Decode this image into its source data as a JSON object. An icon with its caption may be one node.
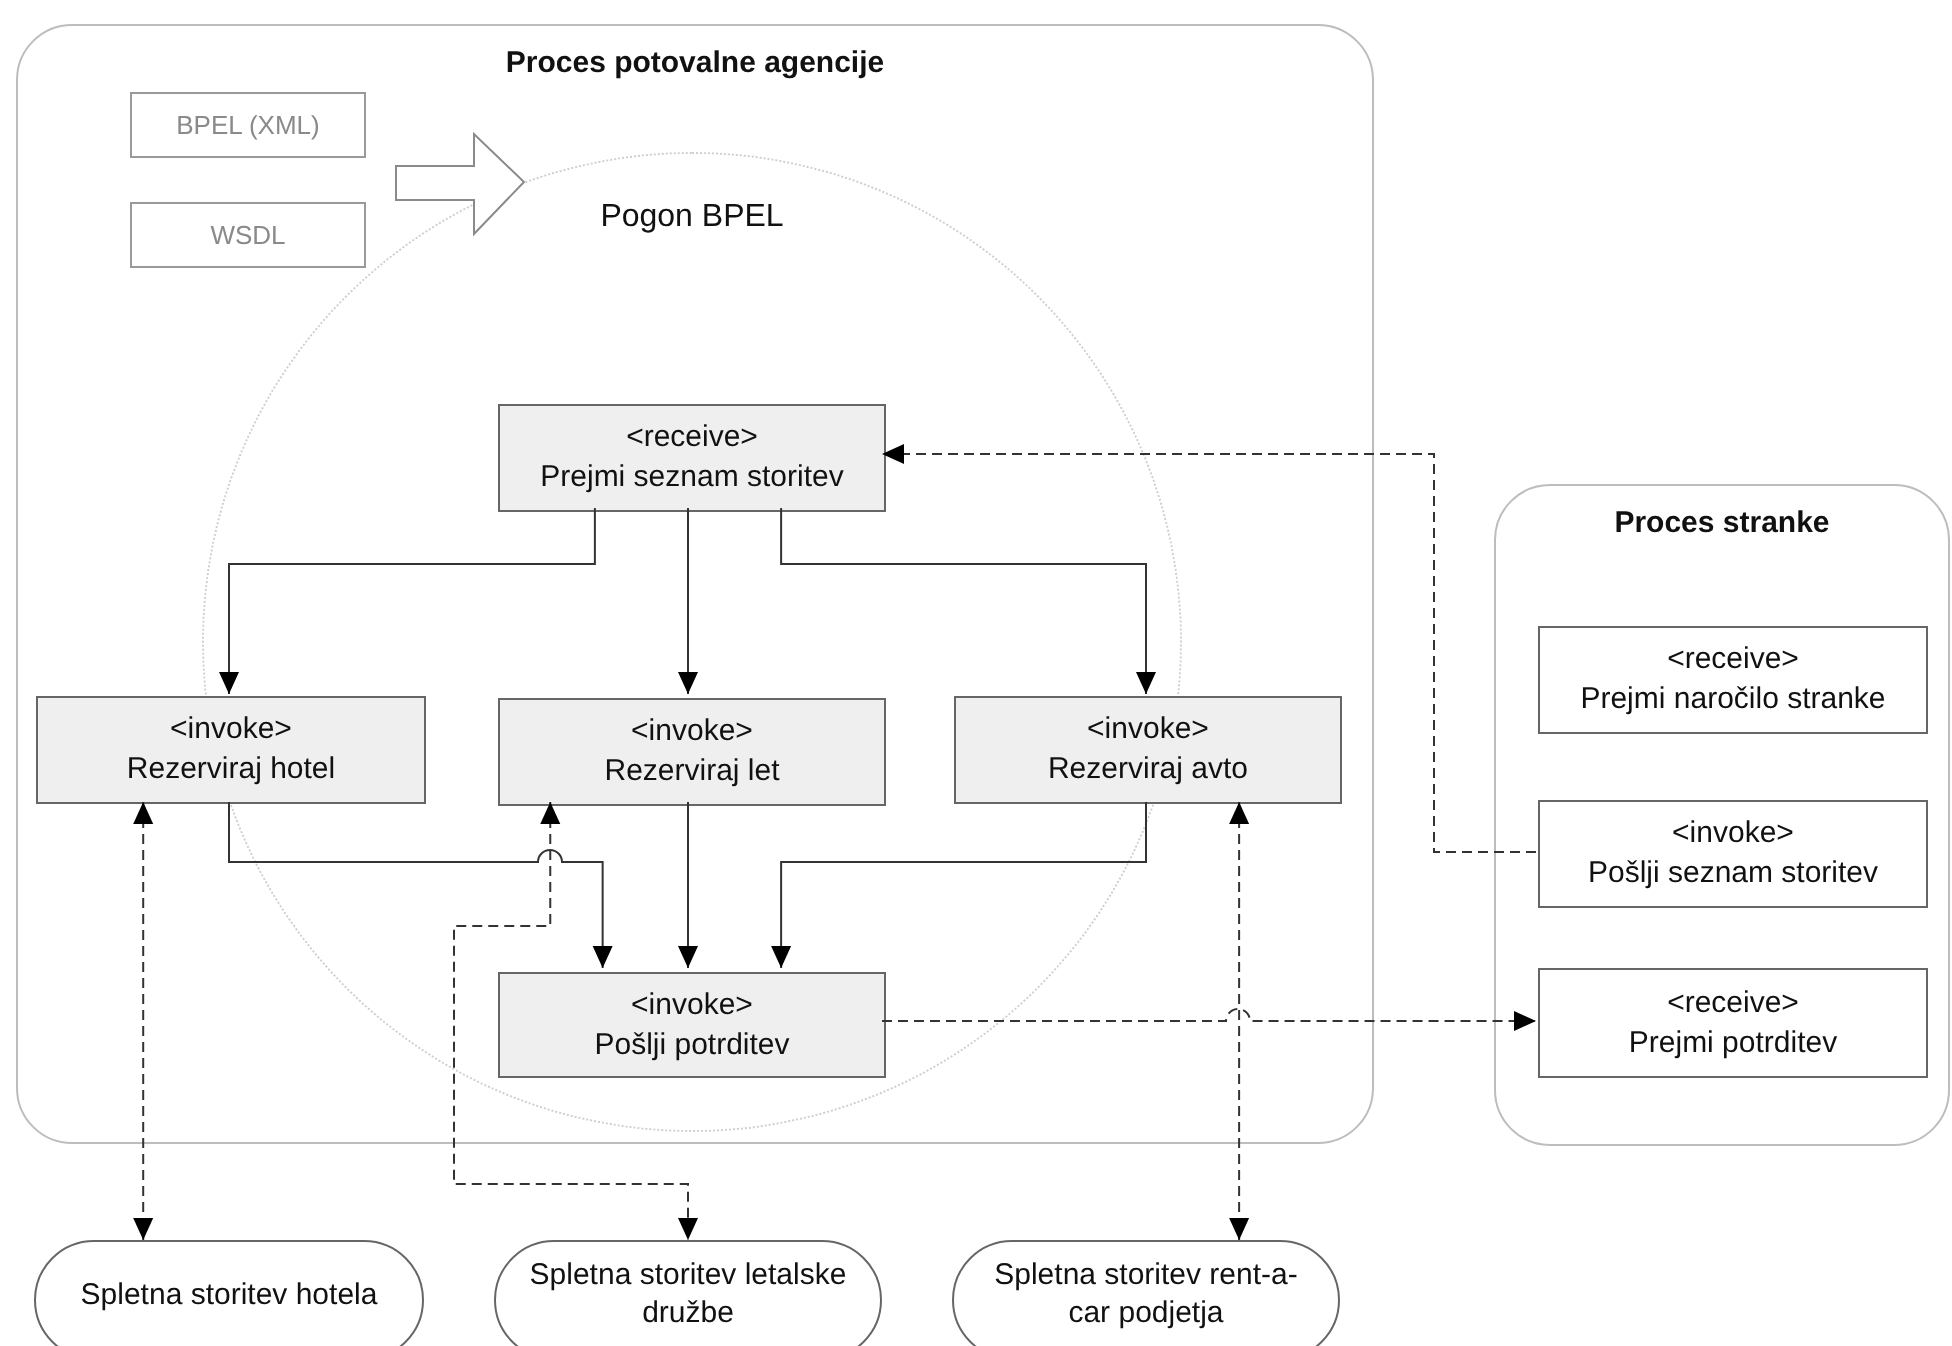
{
  "diagram": {
    "nodes": [
      {
        "text": [
          "Proces potovalne agencije"
        ]
      },
      {
        "text": [
          "BPEL (XML)"
        ],
        "in": 0
      },
      {
        "text": [
          "WSDL"
        ],
        "in": 0
      },
      {
        "text": [
          "Pogon BPEL"
        ],
        "in": 0
      },
      {
        "text": [
          "<receive>",
          "Prejmi seznam storitev"
        ],
        "in": 3
      },
      {
        "text": [
          "<invoke>",
          "Rezerviraj hotel"
        ],
        "in": 0
      },
      {
        "text": [
          "<invoke>",
          "Rezerviraj let"
        ],
        "in": 3
      },
      {
        "text": [
          "<invoke>",
          "Rezerviraj avto"
        ],
        "in": 0
      },
      {
        "text": [
          "<invoke>",
          "Pošlji potrditev"
        ],
        "in": 3
      },
      {
        "text": [
          "Proces stranke"
        ]
      },
      {
        "text": [
          "<receive>",
          "Prejmi naročilo stranke"
        ],
        "in": 9
      },
      {
        "text": [
          "<invoke>",
          "Pošlji seznam storitev"
        ],
        "in": 9
      },
      {
        "text": [
          "<receive>",
          "Prejmi potrditev"
        ],
        "in": 9
      },
      {
        "text": [
          "Spletna storitev hotela"
        ]
      },
      {
        "text": [
          "Spletna storitev letalske družbe"
        ]
      },
      {
        "text": [
          "Spletna storitev rent-a-car podjetja"
        ]
      }
    ],
    "edges": [
      {
        "from": 1,
        "to": 3,
        "arrow": "to",
        "style": "thick"
      },
      {
        "from": 2,
        "to": 3,
        "arrow": "to",
        "style": "thick"
      },
      {
        "from": 4,
        "to": 5,
        "arrow": "to"
      },
      {
        "from": 4,
        "to": 6,
        "arrow": "to"
      },
      {
        "from": 4,
        "to": 7,
        "arrow": "to"
      },
      {
        "from": 5,
        "to": 8,
        "arrow": "to"
      },
      {
        "from": 6,
        "to": 8,
        "arrow": "to"
      },
      {
        "from": 7,
        "to": 8,
        "arrow": "to"
      },
      {
        "from": 11,
        "to": 4,
        "arrow": "to",
        "style": "dashed"
      },
      {
        "from": 8,
        "to": 12,
        "arrow": "to",
        "style": "dashed"
      },
      {
        "from": 5,
        "to": 13,
        "arrow": "both",
        "style": "dashed"
      },
      {
        "from": 6,
        "to": 14,
        "arrow": "both",
        "style": "dashed"
      },
      {
        "from": 7,
        "to": 15,
        "arrow": "both",
        "style": "dashed"
      }
    ]
  }
}
